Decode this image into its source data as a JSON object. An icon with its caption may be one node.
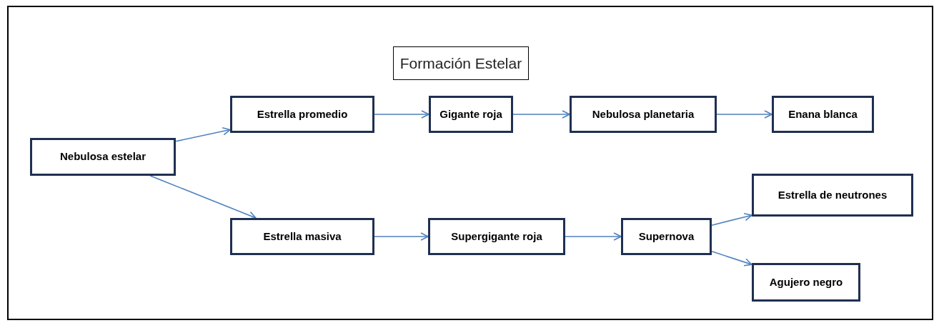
{
  "diagram": {
    "title": "Formación Estelar",
    "nodes": [
      {
        "text": [
          "Nebulosa estelar"
        ]
      },
      {
        "text": [
          "Estrella promedio"
        ]
      },
      {
        "text": [
          "Gigante roja"
        ]
      },
      {
        "text": [
          "Nebulosa planetaria"
        ]
      },
      {
        "text": [
          "Enana blanca"
        ]
      },
      {
        "text": [
          "Estrella masiva"
        ]
      },
      {
        "text": [
          "Supergigante roja"
        ]
      },
      {
        "text": [
          "Supernova"
        ]
      },
      {
        "text": [
          "Estrella de neutrones"
        ]
      },
      {
        "text": [
          "Agujero negro"
        ]
      }
    ],
    "edges": [
      {
        "from": 0,
        "to": 1,
        "arrow": "to"
      },
      {
        "from": 1,
        "to": 2,
        "arrow": "to"
      },
      {
        "from": 2,
        "to": 3,
        "arrow": "to"
      },
      {
        "from": 3,
        "to": 4,
        "arrow": "to"
      },
      {
        "from": 0,
        "to": 5,
        "arrow": "to"
      },
      {
        "from": 5,
        "to": 6,
        "arrow": "to"
      },
      {
        "from": 6,
        "to": 7,
        "arrow": "to"
      },
      {
        "from": 7,
        "to": 8,
        "arrow": "to"
      },
      {
        "from": 7,
        "to": 9,
        "arrow": "to"
      }
    ]
  }
}
